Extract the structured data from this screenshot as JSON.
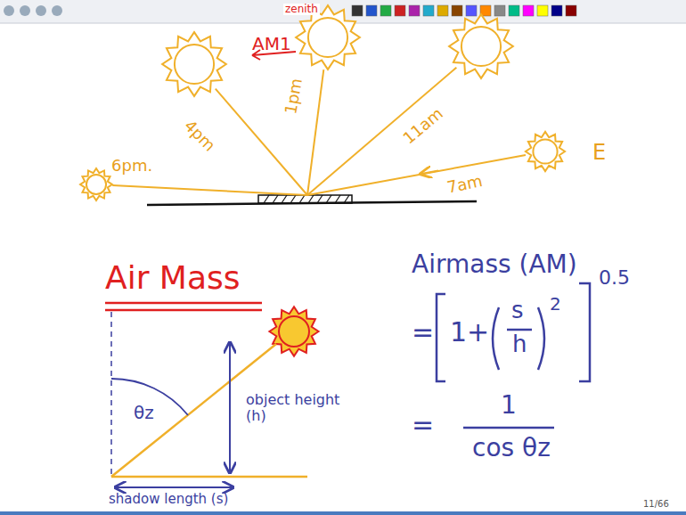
{
  "diagram": {
    "title": "Air Mass",
    "labels": [
      "AM1",
      "zenith",
      "4pm",
      "1pm",
      "11am",
      "6pm.",
      "7am",
      "E",
      "θz",
      "object height (h)",
      "shadow length (s)",
      "Airmass (AM)",
      "=",
      "1+",
      "s",
      "h",
      "2",
      "0.5",
      "=",
      "1",
      "cos θz",
      "11/66"
    ]
  }
}
